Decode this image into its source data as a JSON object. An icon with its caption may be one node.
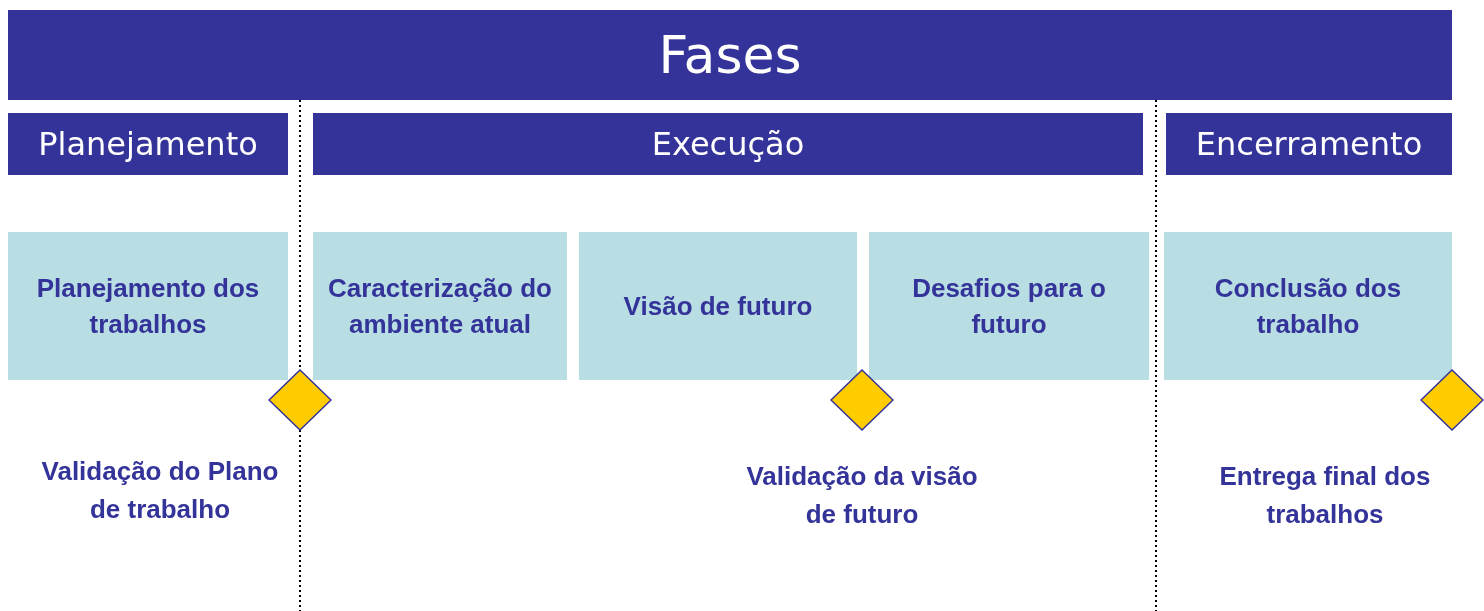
{
  "diagram": {
    "nodes": [
      {
        "text": [
          "Fases"
        ]
      },
      {
        "text": [
          "Planejamento"
        ]
      },
      {
        "text": [
          "Execução"
        ]
      },
      {
        "text": [
          "Encerramento"
        ]
      },
      {
        "text": [
          "Planejamento dos trabalhos"
        ]
      },
      {
        "text": [
          "Caracterização do ambiente atual"
        ]
      },
      {
        "text": [
          "Visão de futuro"
        ]
      },
      {
        "text": [
          "Desafios para o futuro"
        ]
      },
      {
        "text": [
          "Conclusão dos trabalho"
        ]
      },
      {
        "text": [],
        "shape": "diamond",
        "beside": [
          "Validação do Plano de trabalho"
        ]
      },
      {
        "text": [],
        "shape": "diamond",
        "beside": [
          "Validação da visão de futuro"
        ]
      },
      {
        "text": [],
        "shape": "diamond",
        "beside": [
          "Entrega final dos trabalhos"
        ]
      }
    ]
  }
}
